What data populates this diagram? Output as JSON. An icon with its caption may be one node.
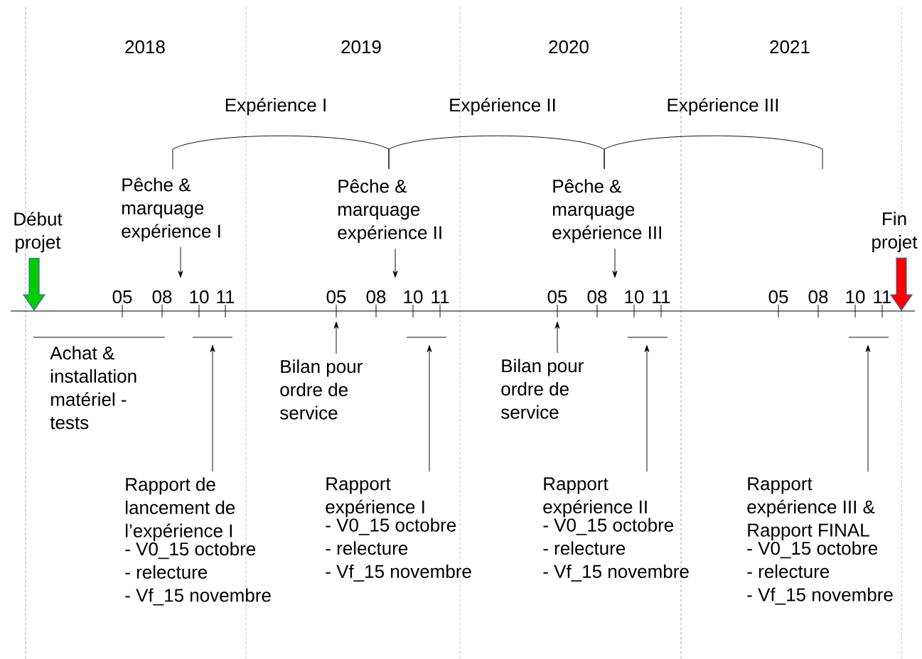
{
  "diagram": {
    "nodes": [
      {
        "text": [
          "Début projet"
        ]
      },
      {
        "text": [
          "Fin projet"
        ]
      },
      {
        "text": [
          "Pêche & marquage expérience I"
        ]
      },
      {
        "text": [
          "Pêche & marquage expérience II"
        ]
      },
      {
        "text": [
          "Pêche & marquage expérience III"
        ]
      },
      {
        "text": [
          "Bilan pour ordre de service"
        ]
      },
      {
        "text": [
          "Bilan pour ordre de service"
        ]
      },
      {
        "text": [
          "Rapport de lancement de l’expérience I",
          "- V0_15 octobre",
          "- relecture",
          "- Vf_15 novembre"
        ]
      },
      {
        "text": [
          "Rapport expérience I",
          "- V0_15 octobre",
          "- relecture",
          "- Vf_15 novembre"
        ]
      },
      {
        "text": [
          "Rapport expérience II",
          "- V0_15 octobre",
          "- relecture",
          "- Vf_15 novembre"
        ]
      },
      {
        "text": [
          "Rapport expérience III & Rapport FINAL",
          "- V0_15 octobre",
          "- relecture",
          "- Vf_15 novembre"
        ]
      }
    ],
    "edges": [
      {
        "from": 0,
        "to": null,
        "arrow": "to",
        "style": "thick",
        "color": "#00cc00"
      },
      {
        "from": 1,
        "to": null,
        "arrow": "to",
        "style": "thick",
        "color": "#ff0000"
      },
      {
        "from": 2,
        "to": null,
        "arrow": "to"
      },
      {
        "from": 3,
        "to": null,
        "arrow": "to"
      },
      {
        "from": 4,
        "to": null,
        "arrow": "to"
      },
      {
        "from": 5,
        "to": null,
        "arrow": "to"
      },
      {
        "from": 6,
        "to": null,
        "arrow": "to"
      },
      {
        "from": 7,
        "to": null,
        "arrow": "to"
      },
      {
        "from": 8,
        "to": null,
        "arrow": "to"
      },
      {
        "from": 9,
        "to": null,
        "arrow": "to"
      },
      {
        "from": 10,
        "to": null,
        "arrow": "to"
      }
    ],
    "labels": [
      "2018",
      "2019",
      "2020",
      "2021",
      "Expérience I",
      "Expérience II",
      "Expérience III",
      "05",
      "08",
      "10",
      "11",
      "05",
      "08",
      "10",
      "11",
      "05",
      "08",
      "10",
      "11",
      "05",
      "08",
      "10",
      "11",
      "Achat & installation matériel - tests"
    ]
  }
}
